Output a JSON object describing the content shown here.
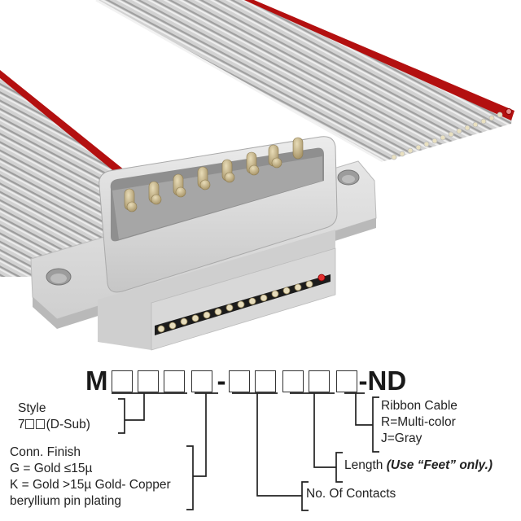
{
  "figure": {
    "description": "D-Sub connector ribbon cable assembly with part number legend",
    "colors": {
      "ribbon_gray": "#c9c9c9",
      "ribbon_red_stripe": "#b31010",
      "housing": "#d8d8d8",
      "pins_gold": "#c8b890",
      "text": "#222222"
    }
  },
  "part_number": {
    "prefix": "M",
    "group1_boxes": 3,
    "group2_boxes": 1,
    "separator": "-",
    "group3_boxes": 2,
    "group4_boxes": 2,
    "group5_boxes": 1,
    "suffix": "-ND"
  },
  "legend": {
    "style": {
      "title": "Style",
      "value_prefix": "7",
      "value_suffix": "(D-Sub)"
    },
    "finish": {
      "title": "Conn. Finish",
      "line1": "G = Gold ≤15µ",
      "line2": "K = Gold >15µ Gold- Copper",
      "line3": "beryllium pin plating"
    },
    "contacts": {
      "title": "No. Of Contacts"
    },
    "length": {
      "title": "Length",
      "note": "(Use “Feet” only.)"
    },
    "ribbon": {
      "title": "Ribbon Cable",
      "line1": "R=Multi-color",
      "line2": "J=Gray"
    }
  }
}
